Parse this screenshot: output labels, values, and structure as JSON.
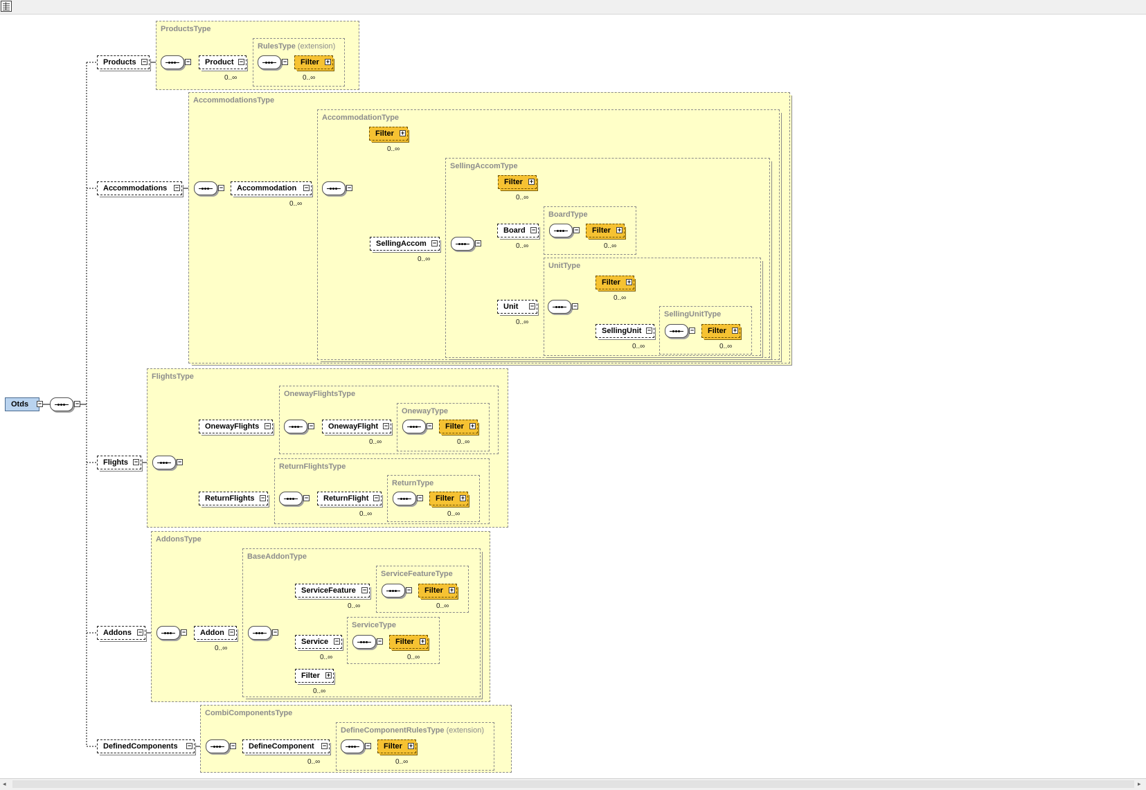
{
  "diagram": {
    "root": "Otds",
    "type_boxes": {
      "products_type": "ProductsType",
      "rules_type": "RulesType",
      "accommodations_type": "AccommodationsType",
      "accommodation_type": "AccommodationType",
      "selling_accom_type": "SellingAccomType",
      "board_type": "BoardType",
      "unit_type": "UnitType",
      "selling_unit_type": "SellingUnitType",
      "flights_type": "FlightsType",
      "oneway_flights_type": "OnewayFlightsType",
      "oneway_type": "OnewayType",
      "return_flights_type": "ReturnFlightsType",
      "return_type": "ReturnType",
      "addons_type": "AddonsType",
      "base_addon_type": "BaseAddonType",
      "service_feature_type": "ServiceFeatureType",
      "service_type": "ServiceType",
      "combi_components_type": "CombiComponentsType",
      "define_component_rules_type": "DefineComponentRulesType"
    },
    "extension_label": "(extension)",
    "elements": {
      "products": "Products",
      "product": "Product",
      "accommodations": "Accommodations",
      "accommodation": "Accommodation",
      "selling_accom": "SellingAccom",
      "board": "Board",
      "unit": "Unit",
      "selling_unit": "SellingUnit",
      "flights": "Flights",
      "oneway_flights": "OnewayFlights",
      "oneway_flight": "OnewayFlight",
      "return_flights": "ReturnFlights",
      "return_flight": "ReturnFlight",
      "addons": "Addons",
      "addon": "Addon",
      "service_feature": "ServiceFeature",
      "service": "Service",
      "defined_components": "DefinedComponents",
      "define_component": "DefineComponent",
      "filter": "Filter"
    },
    "occurrence": "0..∞",
    "expand_glyph": "+",
    "collapse_glyph": "−"
  },
  "chrome": {
    "scroll_left": "◂",
    "scroll_right": "▸"
  }
}
